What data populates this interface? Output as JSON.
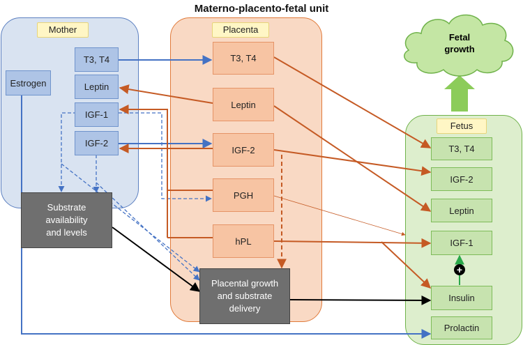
{
  "title": "Materno-placento-fetal unit",
  "groups": {
    "mother": "Mother",
    "placenta": "Placenta",
    "fetus": "Fetus"
  },
  "mother": {
    "t3t4": "T3, T4",
    "estrogen": "Estrogen",
    "leptin": "Leptin",
    "igf1": "IGF-1",
    "igf2": "IGF-2"
  },
  "placenta": {
    "t3t4": "T3, T4",
    "leptin": "Leptin",
    "igf2": "IGF-2",
    "pgh": "PGH",
    "hpl": "hPL"
  },
  "fetus": {
    "t3t4": "T3, T4",
    "igf2": "IGF-2",
    "leptin": "Leptin",
    "igf1": "IGF-1",
    "insulin": "Insulin",
    "prolactin": "Prolactin"
  },
  "substrate": [
    "Substrate",
    "availability",
    "and levels"
  ],
  "placental_growth": [
    "Placental growth",
    "and substrate",
    "delivery"
  ],
  "fetal_growth": [
    "Fetal",
    "growth"
  ],
  "plus_symbol": "+",
  "colors": {
    "maternal_arrow": "#4472c4",
    "placental_arrow": "#c55a24",
    "stimulation_arrow": "#2aa84a",
    "growth_arrow": "#8ccc5a",
    "substrate_arrow": "#000000"
  }
}
